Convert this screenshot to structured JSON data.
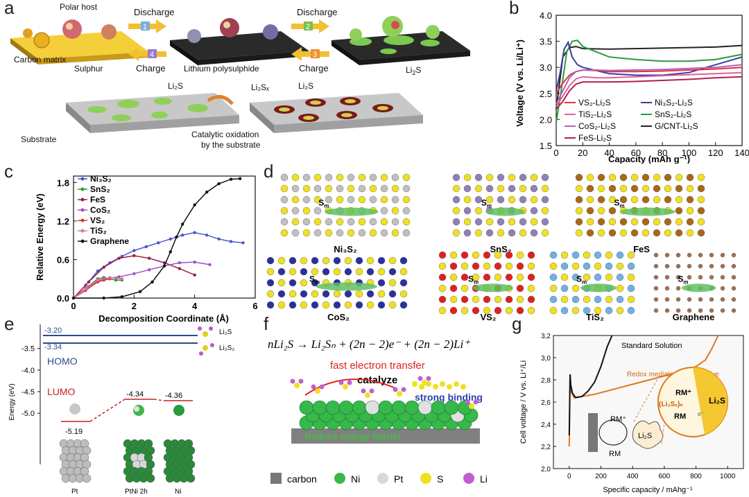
{
  "panel_labels": {
    "a": "a",
    "b": "b",
    "c": "c",
    "d": "d",
    "e": "e",
    "f": "f",
    "g": "g"
  },
  "panel_a": {
    "polar_host": "Polar host",
    "carbon_matrix": "Carbon matrix",
    "sulphur": "Sulphur",
    "lithium_polysulphide": "Lithium polysulphide",
    "discharge_1": "Discharge",
    "discharge_2": "Discharge",
    "charge_1": "Charge",
    "charge_2": "Charge",
    "step_1": "1",
    "step_2": "2",
    "step_3": "3",
    "step_4": "4",
    "li2s_top": "Li",
    "li2s_top_sub": "2",
    "li2s_top_end": "S",
    "substrate": "Substrate",
    "li2s_bottom": "Li₂S",
    "li2sx": "Li₂Sₓ",
    "li2s_bottom_right": "Li₂S",
    "catalytic_1": "Catalytic oxidation",
    "catalytic_2": "by the substrate",
    "colors": {
      "carbon": "#f2c12e",
      "polysulphide": "#2b2b2b",
      "li2s": "#8ed05a"
    }
  },
  "panel_b": {
    "ylabel": "Voltage (V vs. Li/Li⁺)",
    "xlabel": "Capacity (mAh g⁻¹)",
    "yticks": [
      "4.0",
      "3.5",
      "3.0",
      "2.5",
      "2.0",
      "1.5"
    ],
    "xticks": [
      "0",
      "20",
      "40",
      "60",
      "80",
      "100",
      "120",
      "140"
    ],
    "legend_left": [
      "VS₂-Li₂S",
      "TiS₂-Li₂S",
      "CoS₂-Li₂S",
      "FeS-Li₂S"
    ],
    "legend_right": [
      "Ni₃S₂-Li₂S",
      "SnS₂-Li₂S",
      "G/CNT-Li₂S"
    ],
    "legend_left_colors": [
      "#e0303a",
      "#e0609a",
      "#b060c0",
      "#b02050"
    ],
    "legend_right_colors": [
      "#3a3aa0",
      "#2a9a3a",
      "#222222"
    ]
  },
  "chart_data": [
    {
      "type": "line",
      "xlabel": "Capacity (mAh g⁻¹)",
      "ylabel": "Voltage (V vs. Li/Li⁺)",
      "xlim": [
        0,
        140
      ],
      "ylim": [
        1.5,
        4.0
      ],
      "series": [
        {
          "name": "G/CNT-Li₂S",
          "color": "#222222",
          "x": [
            0,
            5,
            10,
            15,
            20,
            40,
            60,
            80,
            100,
            120,
            140
          ],
          "y": [
            2.2,
            3.2,
            3.38,
            3.4,
            3.36,
            3.35,
            3.36,
            3.37,
            3.38,
            3.39,
            3.42
          ]
        },
        {
          "name": "SnS₂-Li₂S",
          "color": "#2a9a3a",
          "x": [
            0,
            4,
            8,
            12,
            16,
            20,
            40,
            60,
            80,
            100,
            120,
            140
          ],
          "y": [
            1.95,
            2.6,
            3.3,
            3.5,
            3.52,
            3.4,
            3.2,
            3.15,
            3.12,
            3.12,
            3.15,
            3.25
          ]
        },
        {
          "name": "Ni₃S₂-Li₂S",
          "color": "#3a3aa0",
          "x": [
            0,
            3,
            6,
            9,
            12,
            16,
            20,
            40,
            60,
            80,
            100,
            120,
            140
          ],
          "y": [
            2.55,
            2.9,
            3.35,
            3.48,
            3.2,
            3.05,
            3.0,
            2.88,
            2.85,
            2.85,
            2.9,
            3.05,
            3.2
          ]
        },
        {
          "name": "VS₂-Li₂S",
          "color": "#e0303a",
          "x": [
            0,
            5,
            10,
            15,
            20,
            30,
            40,
            60,
            80,
            100,
            120,
            140
          ],
          "y": [
            2.5,
            2.7,
            2.85,
            2.92,
            2.95,
            2.94,
            2.92,
            2.92,
            2.93,
            2.95,
            2.97,
            3.0
          ]
        },
        {
          "name": "TiS₂-Li₂S",
          "color": "#e0609a",
          "x": [
            0,
            5,
            10,
            15,
            20,
            30,
            40,
            60,
            80,
            100,
            120,
            140
          ],
          "y": [
            2.25,
            2.45,
            2.65,
            2.78,
            2.82,
            2.8,
            2.8,
            2.82,
            2.84,
            2.86,
            2.88,
            2.9
          ]
        },
        {
          "name": "CoS₂-Li₂S",
          "color": "#b060c0",
          "x": [
            0,
            5,
            10,
            15,
            20,
            30,
            40,
            60,
            80,
            100,
            120,
            140
          ],
          "y": [
            2.3,
            2.55,
            2.8,
            2.92,
            2.95,
            2.95,
            2.94,
            2.95,
            2.96,
            2.98,
            3.0,
            3.05
          ]
        },
        {
          "name": "FeS-Li₂S",
          "color": "#b02050",
          "x": [
            0,
            5,
            10,
            15,
            20,
            30,
            40,
            60,
            80,
            100,
            120,
            140
          ],
          "y": [
            2.2,
            2.35,
            2.55,
            2.68,
            2.72,
            2.72,
            2.72,
            2.73,
            2.75,
            2.77,
            2.8,
            2.82
          ]
        }
      ]
    },
    {
      "type": "line",
      "xlabel": "Decomposition Coordinate (Å)",
      "ylabel": "Relative Energy (eV)",
      "xlim": [
        0,
        6
      ],
      "ylim": [
        0,
        1.9
      ],
      "yticks": [
        "0.0",
        "0.6",
        "1.2",
        "1.8"
      ],
      "xticks": [
        "0",
        "2",
        "4",
        "6"
      ],
      "series": [
        {
          "name": "Ni₃S₂",
          "color": "#4a56d0",
          "x": [
            0,
            0.4,
            0.8,
            1.2,
            1.6,
            2.0,
            2.4,
            2.8,
            3.2,
            3.6,
            4.0,
            4.4,
            4.8,
            5.2,
            5.6
          ],
          "y": [
            0,
            0.2,
            0.42,
            0.55,
            0.65,
            0.74,
            0.8,
            0.86,
            0.92,
            0.98,
            1.02,
            0.98,
            0.92,
            0.88,
            0.86
          ]
        },
        {
          "name": "SnS₂",
          "color": "#2a9a3a",
          "x": [
            0,
            0.4,
            0.8,
            1.0,
            1.2,
            1.4,
            1.6
          ],
          "y": [
            0,
            0.15,
            0.3,
            0.32,
            0.3,
            0.28,
            0.28
          ]
        },
        {
          "name": "FeS",
          "color": "#9a2040",
          "x": [
            0,
            0.5,
            1.0,
            1.5,
            2.0,
            2.5,
            3.0,
            3.5,
            4.0
          ],
          "y": [
            0,
            0.25,
            0.48,
            0.62,
            0.66,
            0.62,
            0.55,
            0.46,
            0.36
          ]
        },
        {
          "name": "CoS₂",
          "color": "#a050c0",
          "x": [
            0,
            0.5,
            1.0,
            1.5,
            2.0,
            2.5,
            3.0,
            3.5,
            4.0,
            4.5
          ],
          "y": [
            0,
            0.18,
            0.3,
            0.33,
            0.38,
            0.44,
            0.5,
            0.55,
            0.56,
            0.52
          ]
        },
        {
          "name": "VS₂",
          "color": "#e03030",
          "x": [
            0,
            0.4,
            0.8,
            1.0,
            1.2
          ],
          "y": [
            0,
            0.12,
            0.25,
            0.28,
            0.3
          ]
        },
        {
          "name": "TiS₂",
          "color": "#e070a0",
          "x": [
            0,
            0.4,
            0.8,
            1.2,
            1.6
          ],
          "y": [
            0,
            0.14,
            0.28,
            0.32,
            0.3
          ]
        },
        {
          "name": "Graphene",
          "color": "#111111",
          "x": [
            0,
            1,
            1.6,
            2.2,
            2.6,
            3.0,
            3.2,
            3.4,
            3.6,
            4.0,
            4.4,
            4.8,
            5.2,
            5.5
          ],
          "y": [
            0,
            0,
            0.02,
            0.1,
            0.25,
            0.5,
            0.72,
            0.95,
            1.15,
            1.45,
            1.65,
            1.78,
            1.85,
            1.86
          ]
        }
      ]
    },
    {
      "type": "line",
      "xlabel": "Specific capacity / mAhg⁻¹",
      "ylabel": "Cell voltage / V vs. Li⁺/Li",
      "xlim": [
        -100,
        1100
      ],
      "ylim": [
        2.0,
        3.2
      ],
      "series": [
        {
          "name": "Standard Solution",
          "color": "#111111",
          "x": [
            0,
            5,
            10,
            20,
            40,
            80,
            120,
            160,
            200,
            240,
            270
          ],
          "y": [
            2.3,
            2.85,
            2.75,
            2.68,
            2.64,
            2.65,
            2.7,
            2.78,
            2.92,
            3.1,
            3.2
          ]
        },
        {
          "name": "Redox mediator (RM) additive",
          "color": "#e07818",
          "x": [
            0,
            5,
            10,
            30,
            80,
            160,
            240,
            320,
            400,
            480,
            560,
            640,
            720,
            800,
            860,
            900,
            940
          ],
          "y": [
            2.2,
            2.8,
            2.7,
            2.64,
            2.65,
            2.67,
            2.7,
            2.73,
            2.76,
            2.79,
            2.82,
            2.85,
            2.88,
            2.92,
            2.98,
            3.08,
            3.2
          ]
        }
      ]
    }
  ],
  "panel_c": {
    "ylabel": "Relative Energy (eV)",
    "xlabel": "Decomposition Coordinate (Å)",
    "yticks": [
      "0.0",
      "0.6",
      "1.2",
      "1.8"
    ],
    "xticks": [
      "0",
      "2",
      "4",
      "6"
    ],
    "legend": [
      "Ni₃S₂",
      "SnS₂",
      "FeS",
      "CoS₂",
      "VS₂",
      "TiS₂",
      "Graphene"
    ]
  },
  "panel_d": {
    "structures": [
      "Ni₃S₂",
      "SnS₂",
      "FeS",
      "CoS₂",
      "VS₂",
      "TiS₂",
      "Graphene"
    ],
    "sm": "S",
    "sm_sub": "m"
  },
  "panel_e": {
    "ylabel": "Energy (eV)",
    "yticks": [
      "-3.5",
      "-4.0",
      "-4.5",
      "-5.0"
    ],
    "homo": "HOMO",
    "lumo": "LUMO",
    "val_320": "-3.20",
    "val_334": "-3.34",
    "li2s": "Li₂S",
    "li2s2": "Li₂S₂",
    "val_519": "-5.19",
    "val_434": "-4.34",
    "val_436": "-4.36",
    "pt": "Pt",
    "ptni": "PtNi 2h",
    "ni": "Ni"
  },
  "panel_f": {
    "equation": "nLi₂S → Li₂Sₙ + (2n − 2)e⁻ + (2n − 2)Li⁺",
    "fast": "fast electron transfer",
    "catalyze": "catalyze",
    "strong": "strong binding",
    "reduce": "Reduce energy barrier",
    "legend": [
      {
        "label": "carbon",
        "color": "#777777"
      },
      {
        "label": "Ni",
        "color": "#3cb84a"
      },
      {
        "label": "Pt",
        "color": "#d8d8d8"
      },
      {
        "label": "S",
        "color": "#f0e020"
      },
      {
        "label": "Li",
        "color": "#c060d0"
      }
    ]
  },
  "panel_g": {
    "ylabel": "Cell voltage / V vs. Li⁺/Li",
    "xlabel": "Specific capacity / mAhg⁻¹",
    "yticks": [
      "3,2",
      "3,0",
      "2,8",
      "2,6",
      "2,4",
      "2,2",
      "2,0"
    ],
    "xticks": [
      "0",
      "200",
      "400",
      "600",
      "800",
      "1000"
    ],
    "standard": "Standard Solution",
    "rm": "Redox mediator (RM) additive",
    "rm_plus": "RM⁺",
    "rm_label": "RM",
    "li2s": "Li₂S",
    "li2sx": "(Li₂Sₓ)ₙ",
    "rm_plus_inset": "RM⁺",
    "rm_inset": "RM",
    "li2s_inset": "Li₂S",
    "e_minus": "e⁻"
  }
}
